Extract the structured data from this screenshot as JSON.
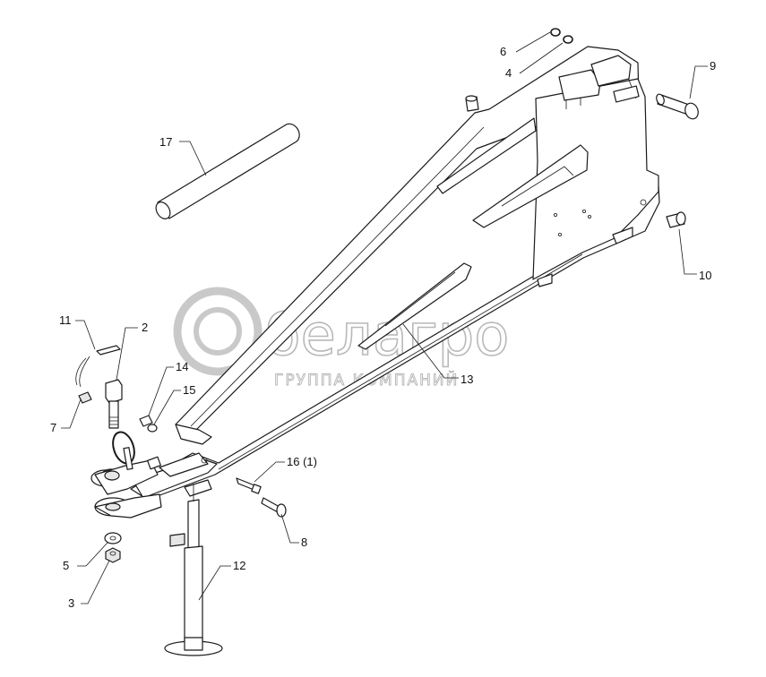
{
  "watermark": {
    "brand": "белагро",
    "subtitle": "ГРУППА КОМПАНИЙ"
  },
  "callouts": [
    {
      "id": "c17",
      "label": "17"
    },
    {
      "id": "c6",
      "label": "6"
    },
    {
      "id": "c4",
      "label": "4"
    },
    {
      "id": "c9",
      "label": "9"
    },
    {
      "id": "c10",
      "label": "10"
    },
    {
      "id": "c11",
      "label": "11"
    },
    {
      "id": "c2",
      "label": "2"
    },
    {
      "id": "c14",
      "label": "14"
    },
    {
      "id": "c15",
      "label": "15"
    },
    {
      "id": "c7",
      "label": "7"
    },
    {
      "id": "c13",
      "label": "13"
    },
    {
      "id": "c16",
      "label": "16 (1)"
    },
    {
      "id": "c8",
      "label": "8"
    },
    {
      "id": "c5",
      "label": "5"
    },
    {
      "id": "c12",
      "label": "12"
    },
    {
      "id": "c3",
      "label": "3"
    }
  ]
}
